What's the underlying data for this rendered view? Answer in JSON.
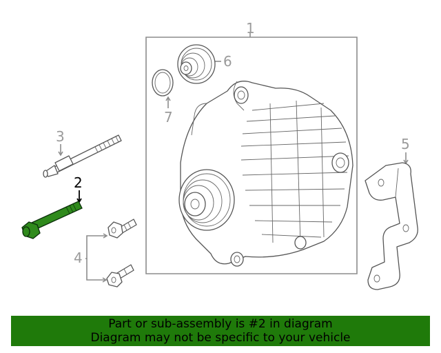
{
  "callouts": {
    "c1": "1",
    "c2": "2",
    "c3": "3",
    "c4": "4",
    "c5": "5",
    "c6": "6",
    "c7": "7"
  },
  "highlight_color": "#2f8a1c",
  "banner": {
    "line1": "Part or sub-assembly is #2 in diagram",
    "line2": "Diagram may not be specific to your vehicle",
    "color": "#1f7a0a"
  }
}
